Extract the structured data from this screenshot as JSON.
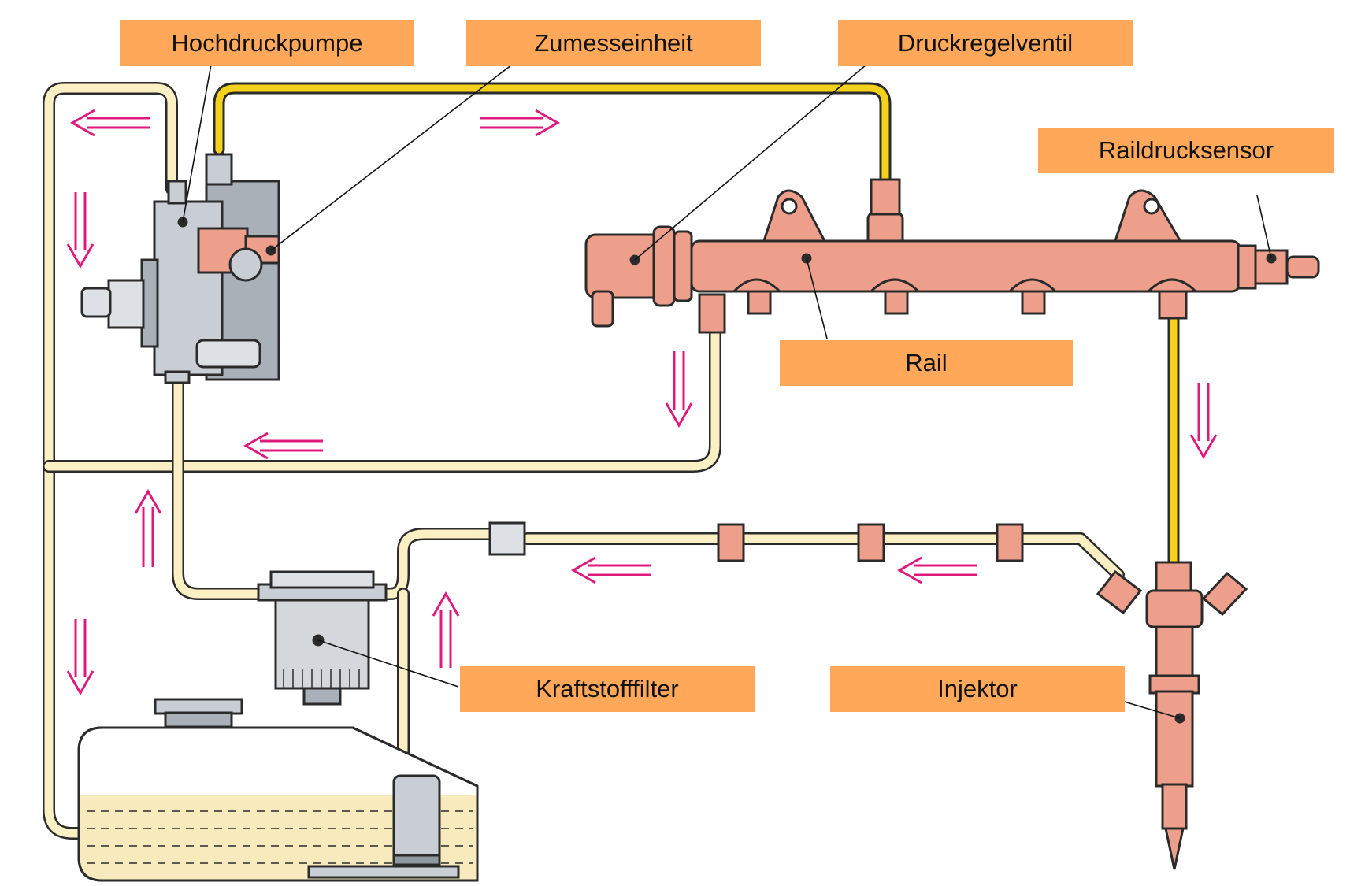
{
  "labels": {
    "hochdruckpumpe": "Hochdruckpumpe",
    "zumesseinheit": "Zumesseinheit",
    "druckregelventil": "Druckregelventil",
    "raildrucksensor": "Raildrucksensor",
    "rail": "Rail",
    "kraftstofffilter": "Kraftstofffilter",
    "injektor": "Injektor"
  },
  "colors": {
    "label_fill": "#ffa85a",
    "low_pressure_line": "#fbefc4",
    "high_pressure_line": "#f4d21c",
    "line_outline": "#2b2b2b",
    "rail_body": "#ee9f8b",
    "pump_body": "#c9ced4",
    "fuel": "#f7ebbd",
    "flow_arrow": "#e0197d"
  }
}
